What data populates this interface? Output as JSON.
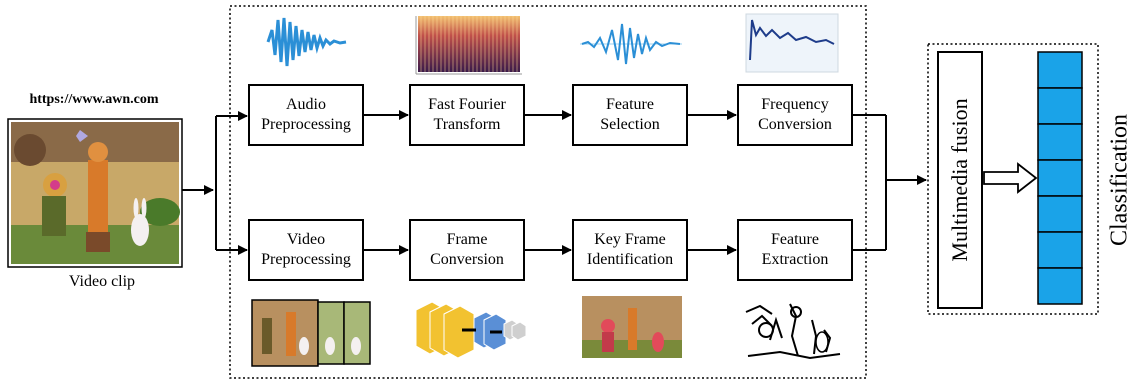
{
  "source": {
    "url": "https://www.awn.com",
    "caption": "Video clip"
  },
  "audio_pipeline": [
    {
      "line1": "Audio",
      "line2": "Preprocessing"
    },
    {
      "line1": "Fast Fourier",
      "line2": "Transform"
    },
    {
      "line1": "Feature",
      "line2": "Selection"
    },
    {
      "line1": "Frequency",
      "line2": "Conversion"
    }
  ],
  "video_pipeline": [
    {
      "line1": "Video",
      "line2": "Preprocessing"
    },
    {
      "line1": "Frame",
      "line2": "Conversion"
    },
    {
      "line1": "Key Frame",
      "line2": "Identification"
    },
    {
      "line1": "Feature",
      "line2": "Extraction"
    }
  ],
  "fusion_label": "Multimedia fusion",
  "classification_label": "Classification",
  "colors": {
    "waveform": "#2b8fd6",
    "classifier_cell": "#1aa3e8",
    "spectrogram_dark": "#3a1a4a",
    "spectrogram_light": "#e0903a",
    "cnn_yellow": "#f2c230",
    "cnn_blue": "#5a8fd6",
    "cnn_gray": "#cfcfcf"
  }
}
